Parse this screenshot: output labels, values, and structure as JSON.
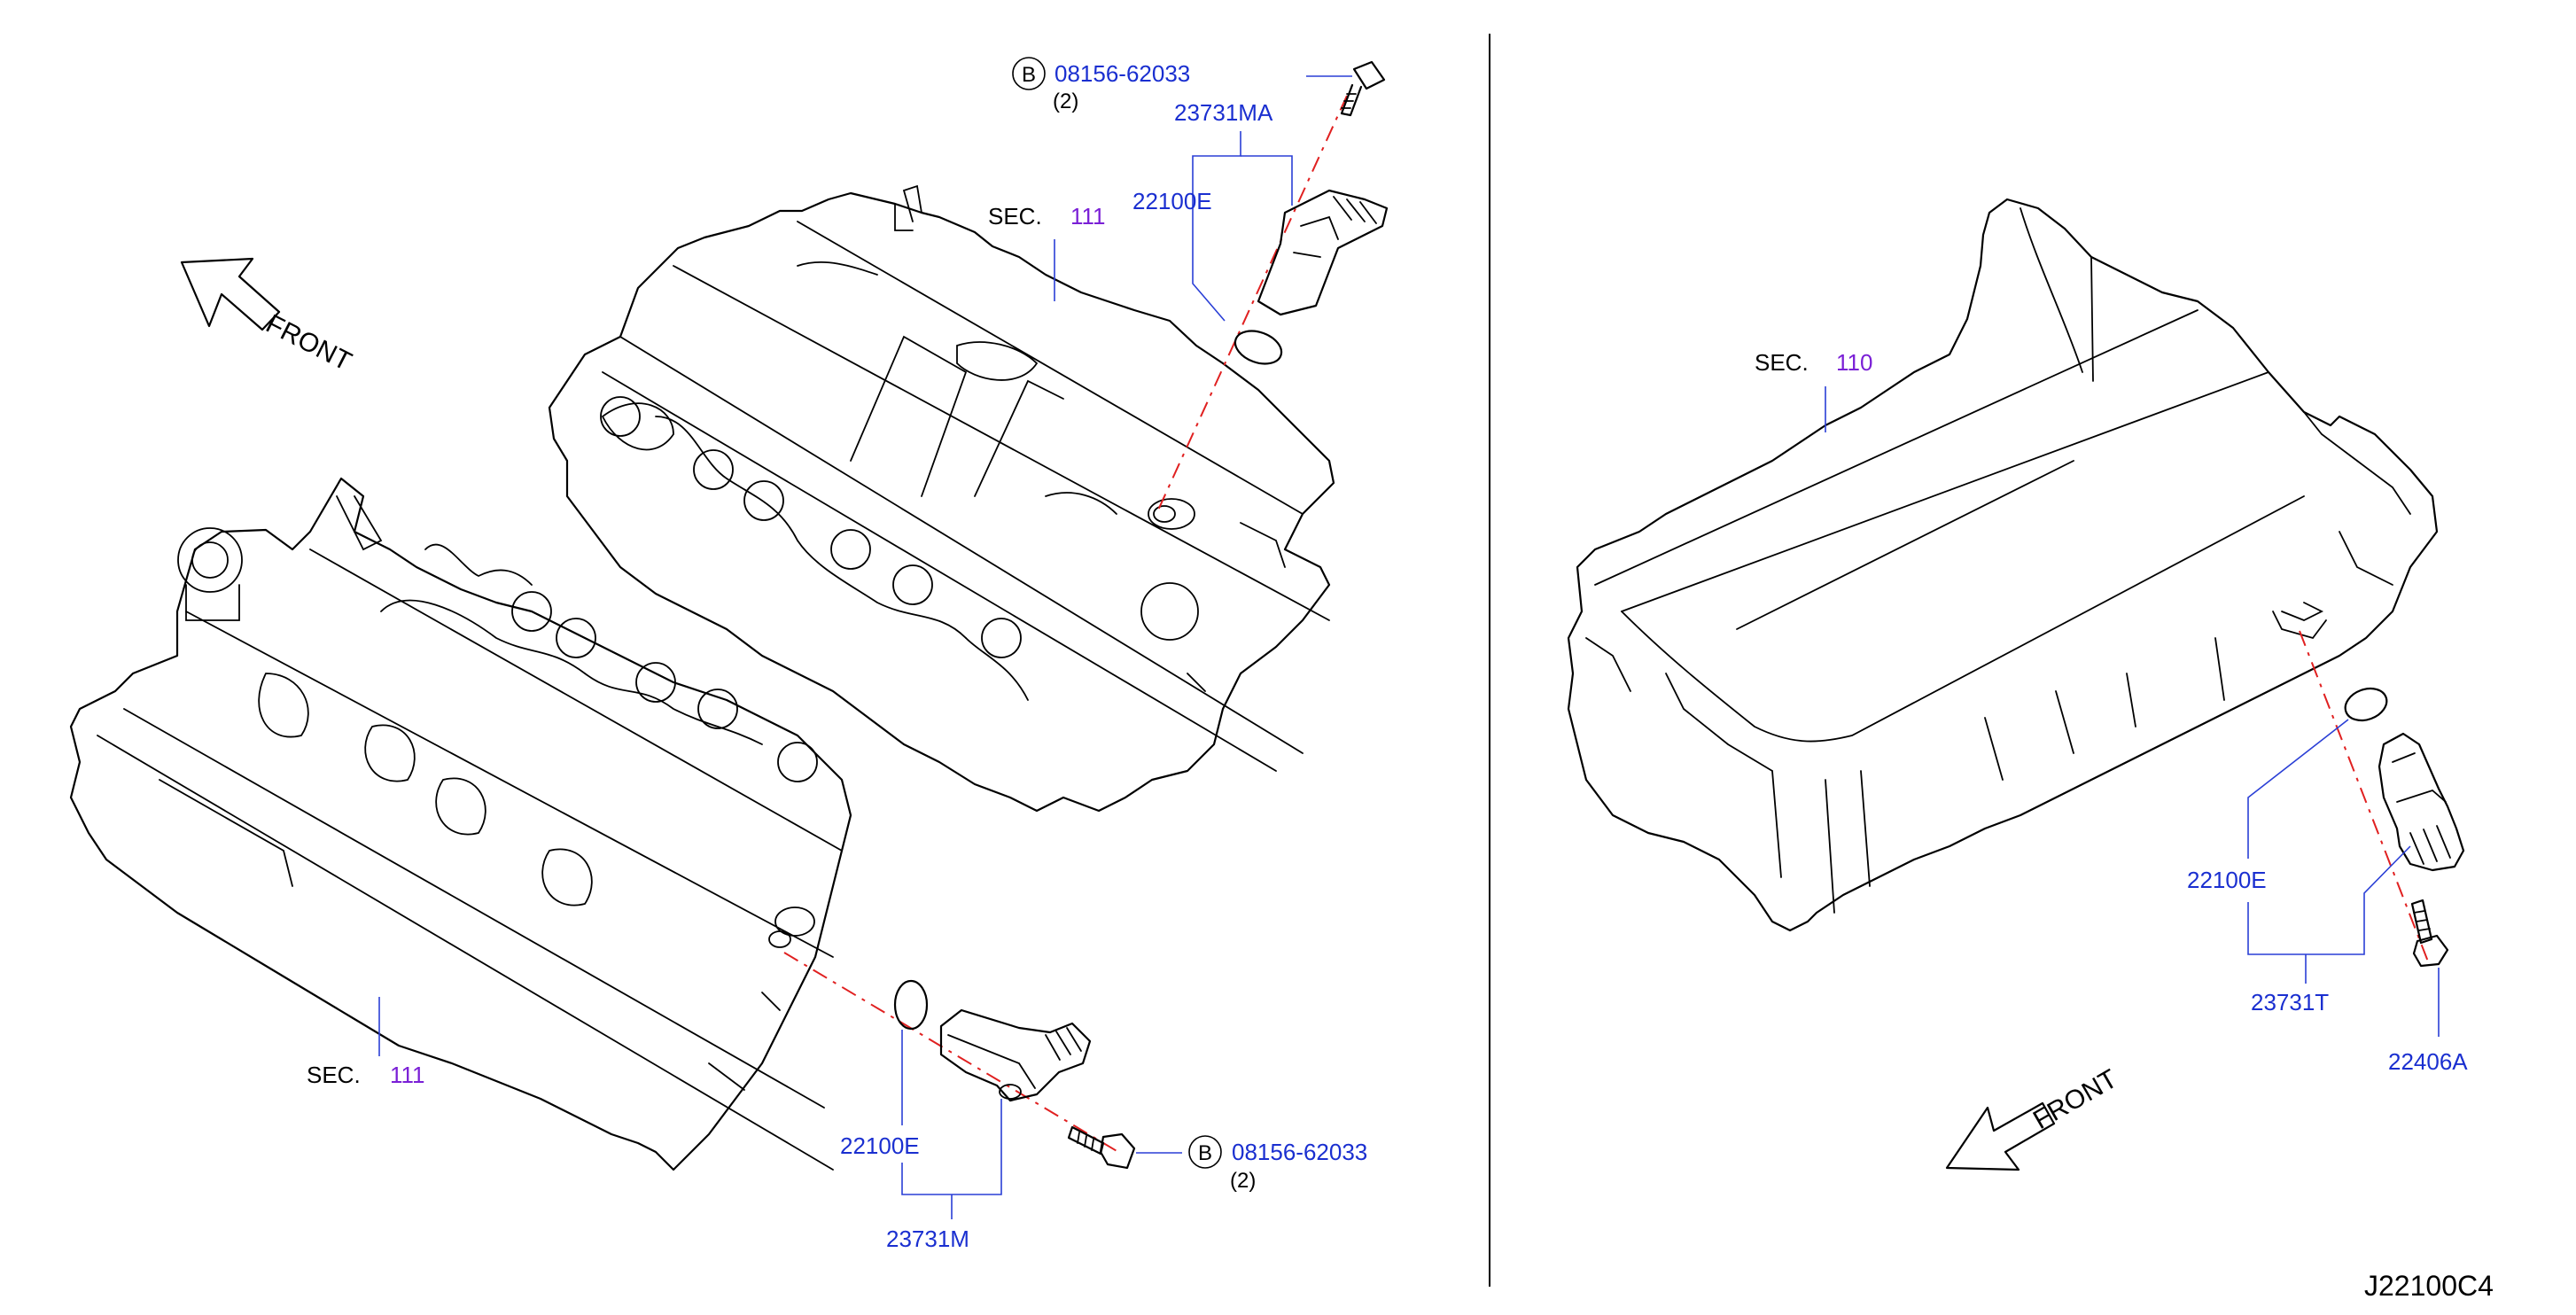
{
  "colors": {
    "part_number": "#1a2fd0",
    "section_number": "#7a1fd6",
    "leader_line": "#2a3fd6",
    "center_line": "#e02020",
    "drawing": "#000000"
  },
  "diagram_code": "J22100C4",
  "left_panel": {
    "front_label": "FRONT",
    "upper_head": {
      "sec_label": "SEC.",
      "sec_number": "111",
      "bolt_marker": "B",
      "bolt_part": "08156-62033",
      "bolt_qty": "(2)",
      "sensor_part": "23731MA",
      "oring_part": "22100E"
    },
    "lower_head": {
      "sec_label": "SEC.",
      "sec_number": "111",
      "bolt_marker": "B",
      "bolt_part": "08156-62033",
      "bolt_qty": "(2)",
      "sensor_part": "23731M",
      "oring_part": "22100E"
    }
  },
  "right_panel": {
    "front_label": "FRONT",
    "sec_label": "SEC.",
    "sec_number": "110",
    "oring_part": "22100E",
    "sensor_part": "23731T",
    "bolt_part": "22406A"
  }
}
